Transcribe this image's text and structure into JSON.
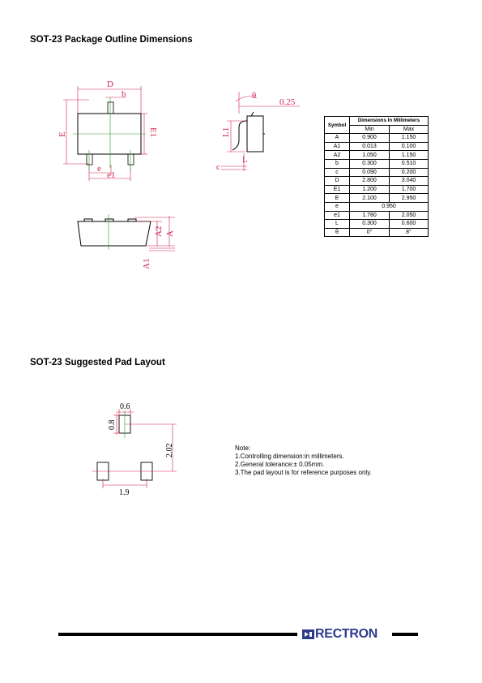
{
  "section1_title": "SOT-23 Package Outline Dimensions",
  "section2_title": "SOT-23 Suggested Pad Layout",
  "outline_labels": {
    "D": "D",
    "b": "b",
    "E": "E",
    "E1": "E1",
    "e": "e",
    "e1": "e1",
    "A2": "A2",
    "A": "A",
    "A1": "A1",
    "theta": "θ",
    "dim025": "0.25",
    "L1": "L1",
    "L": "L",
    "c": "c"
  },
  "dim_table": {
    "symbol_header": "Symbol",
    "group_header": "Dimensions In Millimeters",
    "min_header": "Min",
    "max_header": "Max",
    "rows": [
      {
        "symbol": "A",
        "min": "0.900",
        "max": "1.150"
      },
      {
        "symbol": "A1",
        "min": "0.013",
        "max": "0.100"
      },
      {
        "symbol": "A2",
        "min": "1.050",
        "max": "1.150"
      },
      {
        "symbol": "b",
        "min": "0.300",
        "max": "0.510"
      },
      {
        "symbol": "c",
        "min": "0.090",
        "max": "0.200"
      },
      {
        "symbol": "D",
        "min": "2.800",
        "max": "3.040"
      },
      {
        "symbol": "E1",
        "min": "1.200",
        "max": "1.700"
      },
      {
        "symbol": "E",
        "min": "2.100",
        "max": "2.950"
      },
      {
        "symbol": "e",
        "span": "0.950"
      },
      {
        "symbol": "e1",
        "min": "1.780",
        "max": "2.050"
      },
      {
        "symbol": "L",
        "min": "0.300",
        "max": "0.600"
      },
      {
        "symbol": "θ",
        "min": "0°",
        "max": "8°"
      }
    ]
  },
  "pad_labels": {
    "w": "0.6",
    "h": "0.8",
    "vert": "2.02",
    "horiz": "1.9"
  },
  "note": {
    "heading": "Note:",
    "lines": [
      "1.Controlling dimension:in  millimeters.",
      "2.General tolerance:± 0.05mm.",
      "3.The pad layout is for reference purposes only."
    ]
  },
  "logo_text": "RECTRON",
  "colors": {
    "brand": "#2d3a8c",
    "dimension": "#d2204e",
    "centerline": "#2a9a2a"
  }
}
